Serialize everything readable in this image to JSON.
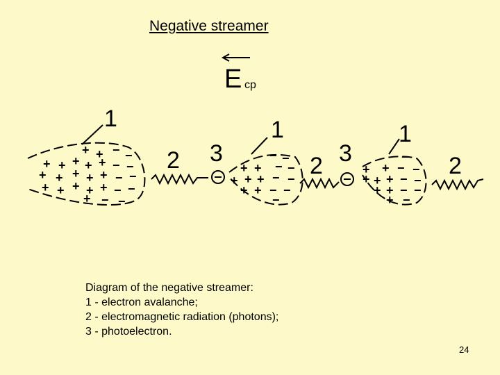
{
  "title": "Negative streamer",
  "field": {
    "symbol": "E",
    "subscript": "ср"
  },
  "labels": {
    "avalanche": "1",
    "radiation": "2",
    "photoelectron": "3"
  },
  "caption": [
    "Diagram of the negative streamer:",
    "1 - electron avalanche;",
    "2 - electromagnetic radiation (photons);",
    "3 - photoelectron."
  ],
  "page_number": "24",
  "symbols": {
    "plus": "+",
    "minus": "−"
  }
}
